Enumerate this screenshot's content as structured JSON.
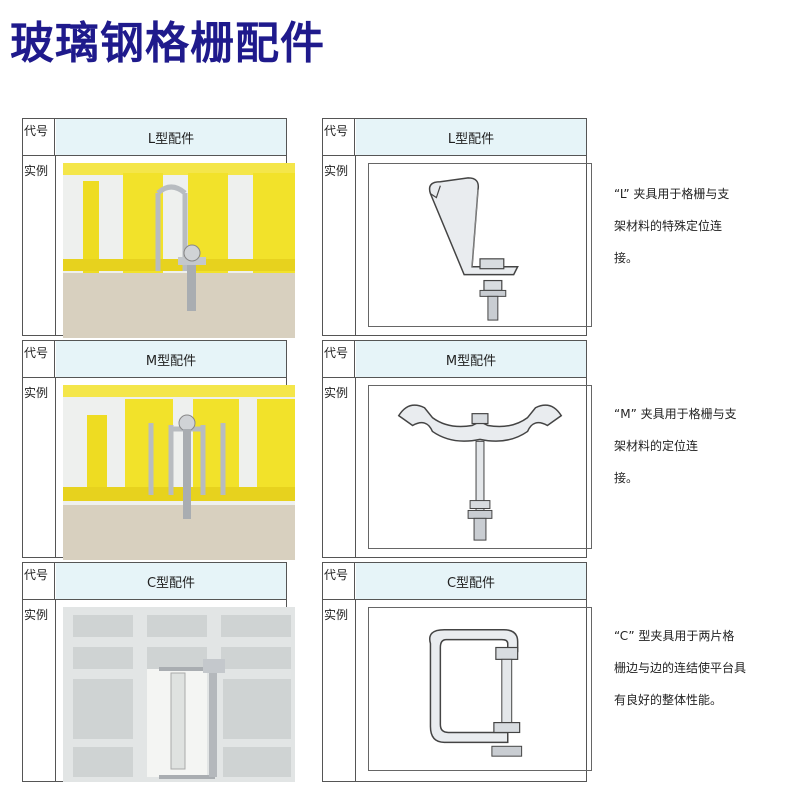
{
  "page_title": "玻璃钢格栅配件",
  "labels": {
    "code": "代号",
    "example": "实例"
  },
  "rows": [
    {
      "name": "L型配件",
      "desc_lines": [
        "“L” 夹具用于格栅与支",
        "架材料的特殊定位连",
        "接。"
      ]
    },
    {
      "name": "M型配件",
      "desc_lines": [
        "“M” 夹具用于格栅与支",
        "架材料的定位连",
        "接。"
      ]
    },
    {
      "name": "C型配件",
      "desc_lines": [
        "“C” 型夹具用于两片格",
        "栅边与边的连结使平台具",
        "有良好的整体性能。"
      ]
    }
  ],
  "colors": {
    "title": "#1f1a8c",
    "header_fill": "#e6f4f8",
    "grating_yellow": "#f2e22a",
    "grating_grey": "#d9dcdc",
    "steel": "#c9cdd2"
  }
}
